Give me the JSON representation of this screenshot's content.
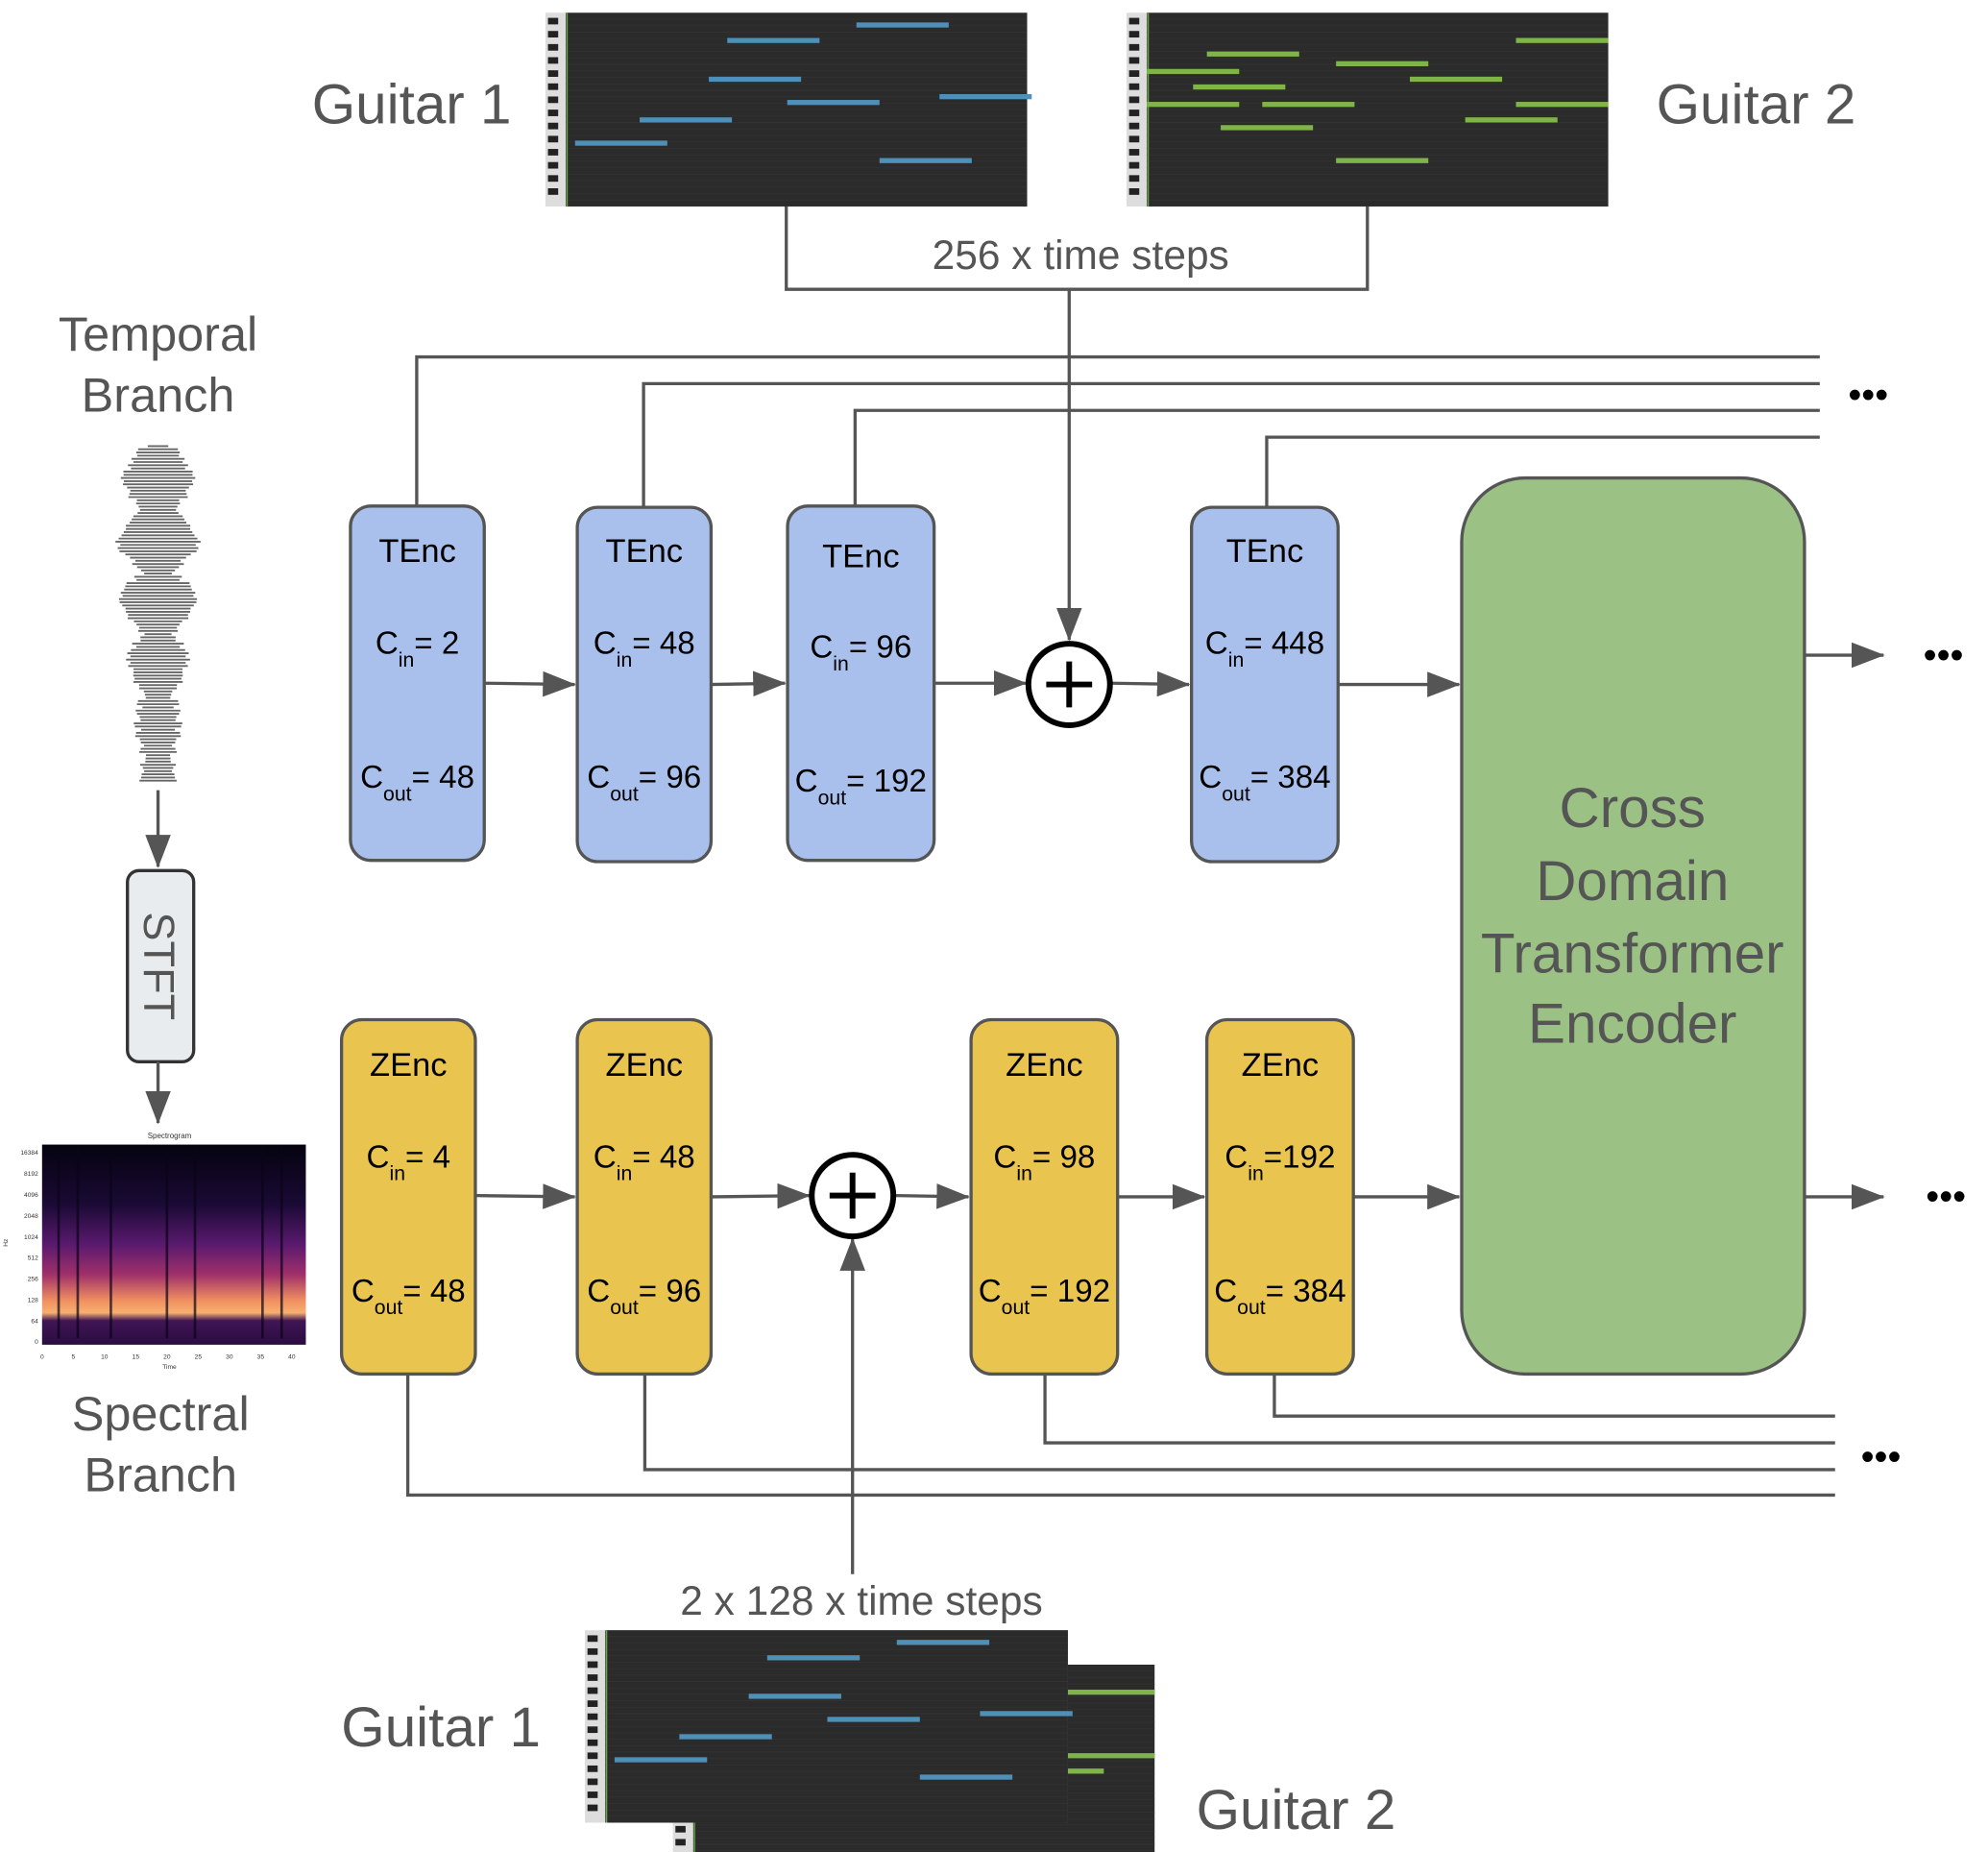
{
  "inputs_top": {
    "guitar1": "Guitar 1",
    "guitar2": "Guitar 2",
    "shape": "256 x time steps"
  },
  "inputs_bottom": {
    "guitar1": "Guitar 1",
    "guitar2": "Guitar 2",
    "shape": "2 x 128 x time steps"
  },
  "temporal_branch": [
    "Temporal",
    "Branch"
  ],
  "spectral_branch": [
    "Spectral",
    "Branch"
  ],
  "stft": "STFT",
  "spectrogram": {
    "title": "Spectrogram",
    "ylabel": "Hz",
    "xlabel": "Time",
    "yticks": [
      "16384",
      "8192",
      "4096",
      "2048",
      "1024",
      "512",
      "256",
      "128",
      "64",
      "0"
    ],
    "xticks": [
      "0",
      "5",
      "10",
      "15",
      "20",
      "25",
      "30",
      "35",
      "40"
    ]
  },
  "tenc": [
    {
      "name": "TEnc",
      "cin": "= 2",
      "cout": "= 48"
    },
    {
      "name": "TEnc",
      "cin": "= 48",
      "cout": "= 96"
    },
    {
      "name": "TEnc",
      "cin": "= 96",
      "cout": "= 192"
    },
    {
      "name": "TEnc",
      "cin": "= 448",
      "cout": "= 384"
    }
  ],
  "zenc": [
    {
      "name": "ZEnc",
      "cin": "= 4",
      "cout": "= 48"
    },
    {
      "name": "ZEnc",
      "cin": "= 48",
      "cout": "= 96"
    },
    {
      "name": "ZEnc",
      "cin": "= 98",
      "cout": "= 192"
    },
    {
      "name": "ZEnc",
      "cin": "=192",
      "cout": "= 384"
    }
  ],
  "c": "C",
  "sub_in": "in",
  "sub_out": "out",
  "transformer": [
    "Cross",
    "Domain",
    "Transformer",
    "Encoder"
  ],
  "ellipsis": "•••",
  "colors": {
    "tenc": "#a9c0ec",
    "zenc": "#e9c44e",
    "transformer": "#9bc284",
    "line": "#555555",
    "roll_bg": "#2b2b2b",
    "note_guitar1": "#4e90b8",
    "note_guitar2": "#7fb548"
  }
}
